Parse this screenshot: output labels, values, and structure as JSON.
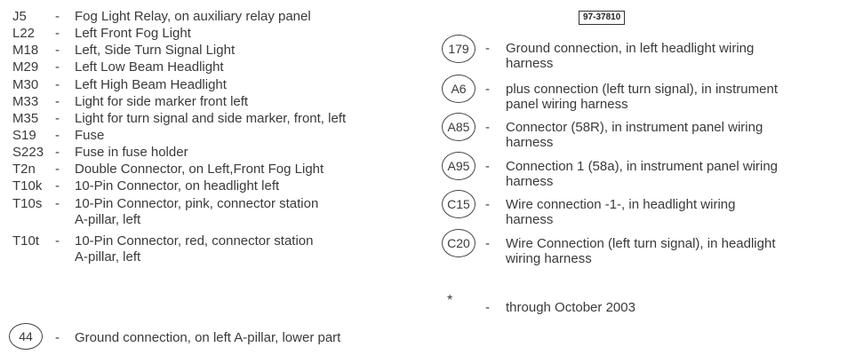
{
  "doc_number": "97-37810",
  "left_items": [
    {
      "code": "J5",
      "desc": [
        "Fog Light Relay, on auxiliary relay panel"
      ]
    },
    {
      "code": "L22",
      "desc": [
        "Left Front Fog Light"
      ]
    },
    {
      "code": "M18",
      "desc": [
        "Left, Side Turn Signal Light"
      ]
    },
    {
      "code": "M29",
      "desc": [
        "Left Low Beam Headlight"
      ]
    },
    {
      "code": "M30",
      "desc": [
        "Left High Beam Headlight"
      ]
    },
    {
      "code": "M33",
      "desc": [
        "Light for side marker front left"
      ]
    },
    {
      "code": "M35",
      "desc": [
        "Light for turn signal and side marker, front, left"
      ]
    },
    {
      "code": "S19",
      "desc": [
        "Fuse"
      ]
    },
    {
      "code": "S223",
      "desc": [
        "Fuse in fuse holder"
      ]
    },
    {
      "code": "T2n",
      "desc": [
        "Double Connector, on Left,Front Fog Light"
      ]
    },
    {
      "code": "T10k",
      "desc": [
        "10-Pin Connector, on headlight left"
      ]
    },
    {
      "code": "T10s",
      "desc": [
        "10-Pin Connector, pink, connector station",
        "A-pillar, left"
      ]
    },
    {
      "code": "T10t",
      "desc": [
        "10-Pin Connector, red, connector station",
        "A-pillar, left"
      ]
    }
  ],
  "left_circled": {
    "code": "44",
    "desc": "Ground connection, on left A-pillar, lower part"
  },
  "right_items": [
    {
      "code": "179",
      "desc": [
        "Ground connection, in left headlight wiring",
        "harness"
      ]
    },
    {
      "code": "A6",
      "desc": [
        "plus connection (left turn signal), in instrument",
        "panel wiring harness"
      ]
    },
    {
      "code": "A85",
      "desc": [
        "Connector (58R), in instrument panel wiring",
        "harness"
      ]
    },
    {
      "code": "A95",
      "desc": [
        "Connection 1 (58a), in instrument panel wiring",
        "harness"
      ]
    },
    {
      "code": "C15",
      "desc": [
        "Wire connection -1-, in headlight wiring",
        "harness"
      ]
    },
    {
      "code": "C20",
      "desc": [
        "Wire Connection (left turn signal), in headlight",
        "wiring harness"
      ]
    }
  ],
  "footnote": {
    "symbol": "*",
    "desc": "through October 2003"
  },
  "dash": "-"
}
